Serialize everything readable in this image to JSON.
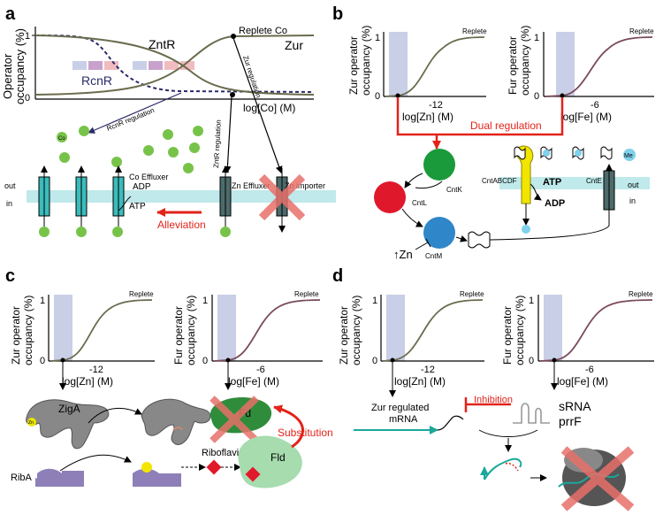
{
  "panels": {
    "a": {
      "letter": "a",
      "y_axis_line1": "Operator",
      "y_axis_line2": "occupancy (%)",
      "tick_1": "1",
      "tick_0": "0",
      "x_axis": "log[Co] (M)",
      "curve_zntr": "ZntR",
      "curve_zur": "Zur",
      "curve_rcnr": "RcnR",
      "replete": "Replete Co",
      "arrow_rcnr": "RcnR regulation",
      "arrow_zntr": "ZntR regulation",
      "arrow_zur": "Zur regulation",
      "co_ball": "Co",
      "co_effluxer": "Co Effluxer",
      "adp": "ADP",
      "atp": "ATP",
      "zn_effluxer": "Zn Effluxer",
      "zn_importer": "Zn importer",
      "out": "out",
      "in": "in",
      "alleviation": "Alleviation"
    },
    "b": {
      "letter": "b",
      "zur_y1": "Zur operator",
      "zur_y2": "occupancy (%)",
      "zur_tick_1": "1",
      "zur_tick_0": "0",
      "zur_x_tick": "-12",
      "zur_x_axis": "log[Zn] (M)",
      "zur_replete": "Replete",
      "fur_y1": "Fur operator",
      "fur_y2": "occupancy (%)",
      "fur_tick_1": "1",
      "fur_tick_0": "0",
      "fur_x_tick": "-6",
      "fur_x_axis": "log[Fe] (M)",
      "fur_replete": "Replete",
      "dual": "Dual regulation",
      "cntk": "CntK",
      "cntl": "CntL",
      "cntm": "CntM",
      "zn": "↑Zn",
      "cntabcdf": "CntABCDF",
      "atp": "ATP",
      "adp": "ADP",
      "cnte": "CntE",
      "me": "Me",
      "out": "out",
      "in": "in"
    },
    "c": {
      "letter": "c",
      "zur_y1": "Zur operator",
      "zur_y2": "occupancy (%)",
      "zur_tick_1": "1",
      "zur_tick_0": "0",
      "zur_x_tick": "-12",
      "zur_x_axis": "log[Zn] (M)",
      "zur_replete": "Replete",
      "fur_y1": "Fur operator",
      "fur_y2": "occupancy (%)",
      "fur_tick_1": "1",
      "fur_tick_0": "0",
      "fur_x_tick": "-6",
      "fur_x_axis": "log[Fe] (M)",
      "fur_replete": "Replete",
      "ziga": "ZigA",
      "zn_small": "Zn",
      "riba": "RibA",
      "riboflavin": "Riboflavin",
      "fd": "Fd",
      "fld": "Fld",
      "substitution": "Substitution"
    },
    "d": {
      "letter": "d",
      "zur_y1": "Zur operator",
      "zur_y2": "occupancy (%)",
      "zur_tick_1": "1",
      "zur_tick_0": "0",
      "zur_x_tick": "-12",
      "zur_x_axis": "log[Zn] (M)",
      "zur_replete": "Replete",
      "fur_y1": "Fur operator",
      "fur_y2": "occupancy (%)",
      "fur_tick_1": "1",
      "fur_tick_0": "0",
      "fur_x_tick": "-6",
      "fur_x_axis": "log[Fe] (M)",
      "fur_replete": "Replete",
      "mrna_1": "Zur regulated",
      "mrna_2": "mRNA",
      "inhibition": "Inhibition",
      "srna_1": "sRNA",
      "srna_2": "prrF"
    }
  },
  "colors": {
    "sigmoid": "#6b6b4e",
    "sigmoid_fur": "#7a4a5a",
    "shade": "#c9cfe6",
    "teal_membrane": "#bfe9ea",
    "transporter": "#3bbcbc",
    "zn_transporter": "#4d6b6b",
    "green_ball": "#77c34a",
    "red": "#e2231a",
    "red_x": "#e8706a",
    "navy": "#2b2a6a",
    "cntk": "#1a9a3a",
    "cntl": "#e0182c",
    "cntm": "#2f86c9",
    "yellow": "#f2e500",
    "fd": "#2f8c3a",
    "fld": "#a6dcae",
    "riba": "#8e7fb8",
    "mrna": "#1aa79a"
  }
}
